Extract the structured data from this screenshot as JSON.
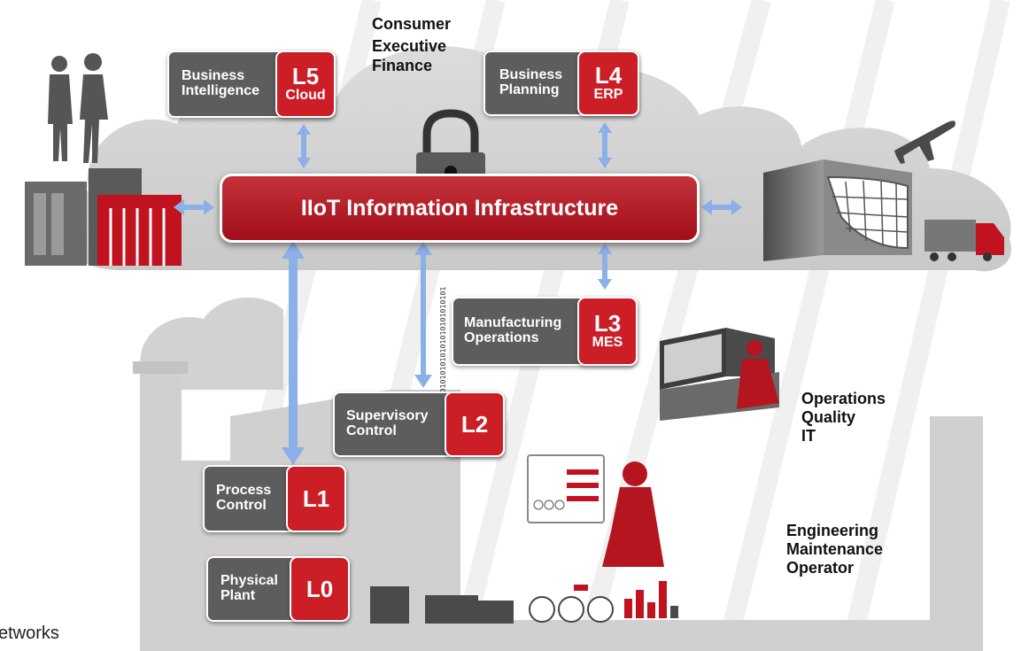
{
  "infrastructure": {
    "label": "IIoT Information Infrastructure"
  },
  "levels": {
    "l5": {
      "code": "L5",
      "sub": "Cloud",
      "line1": "Business",
      "line2": "Intelligence"
    },
    "l4": {
      "code": "L4",
      "sub": "ERP",
      "line1": "Business",
      "line2": "Planning"
    },
    "l3": {
      "code": "L3",
      "sub": "MES",
      "line1": "Manufacturing",
      "line2": "Operations"
    },
    "l2": {
      "code": "L2",
      "line1": "Supervisory",
      "line2": "Control"
    },
    "l1": {
      "code": "L1",
      "line1": "Process",
      "line2": "Control"
    },
    "l0": {
      "code": "L0",
      "line1": "Physical",
      "line2": "Plant"
    }
  },
  "roles": {
    "top": [
      "Consumer",
      "Executive",
      "Finance"
    ],
    "ops": [
      "Operations",
      "Quality",
      "IT"
    ],
    "eng": [
      "Engineering",
      "Maintenance",
      "Operator"
    ]
  },
  "binary": "10101010101010101010101010101010101",
  "footer": "etworks",
  "colors": {
    "accent_red": "#cc1e26",
    "box_gray": "#5d5d5d",
    "arrow_blue": "#8bb0e8"
  }
}
